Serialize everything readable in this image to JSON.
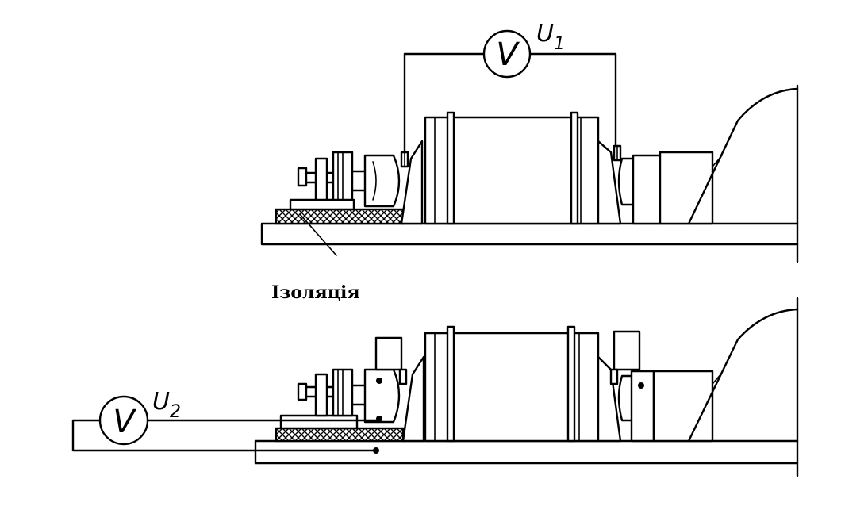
{
  "top_meter": {
    "symbol": "V",
    "label_main": "U",
    "label_sub": "1"
  },
  "bottom_meter": {
    "symbol": "V",
    "label_main": "U",
    "label_sub": "2"
  },
  "insulation_label": "Ізоляція"
}
